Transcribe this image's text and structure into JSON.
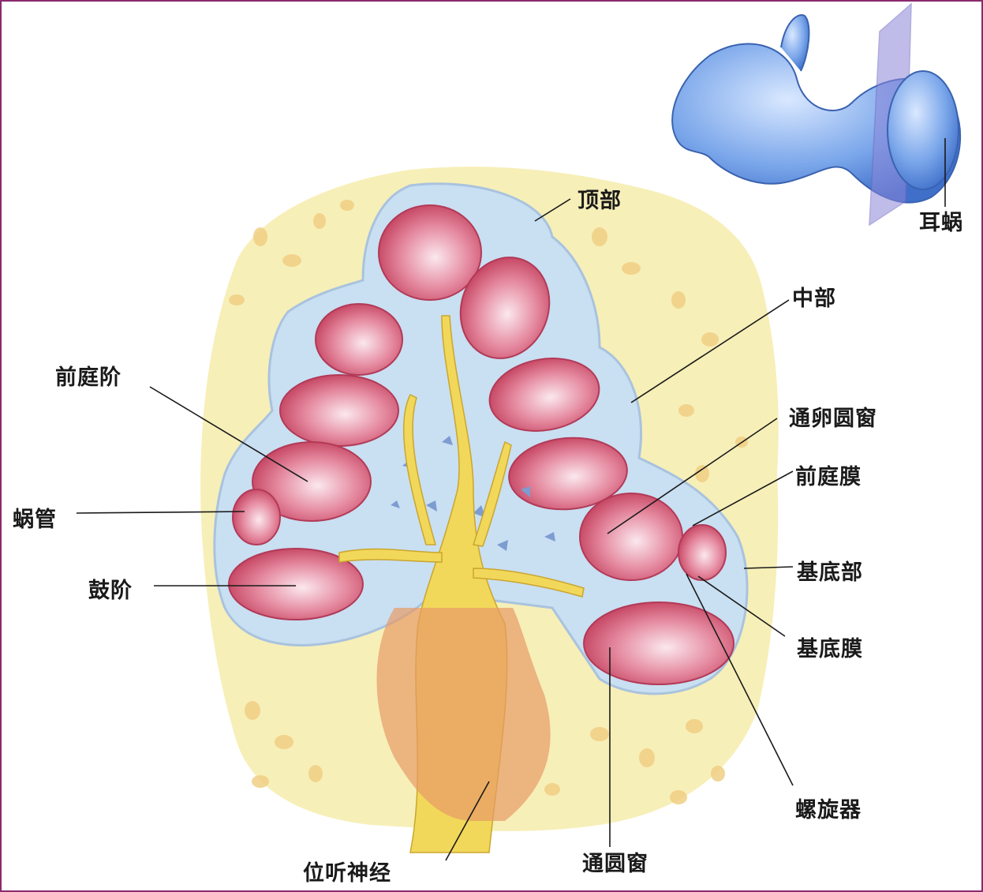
{
  "labels": {
    "apex": "顶部",
    "cochlea": "耳蜗",
    "middle_turn": "中部",
    "scala_vestibuli": "前庭阶",
    "oval_window": "通卵圆窗",
    "vestibular_membrane": "前庭膜",
    "cochlear_duct": "蜗管",
    "basal_turn": "基底部",
    "scala_tympani": "鼓阶",
    "basilar_membrane": "基底膜",
    "spiral_organ": "螺旋器",
    "round_window": "通圆窗",
    "cochlear_nerve": "位听神经"
  },
  "colors": {
    "frame": "#8a2a6e",
    "bone": "#f7efb8",
    "fluid": "#c9dff2",
    "chamber": "#d4576f",
    "nerve": "#f2d85a",
    "inner_ear": "#6f9fe6"
  }
}
